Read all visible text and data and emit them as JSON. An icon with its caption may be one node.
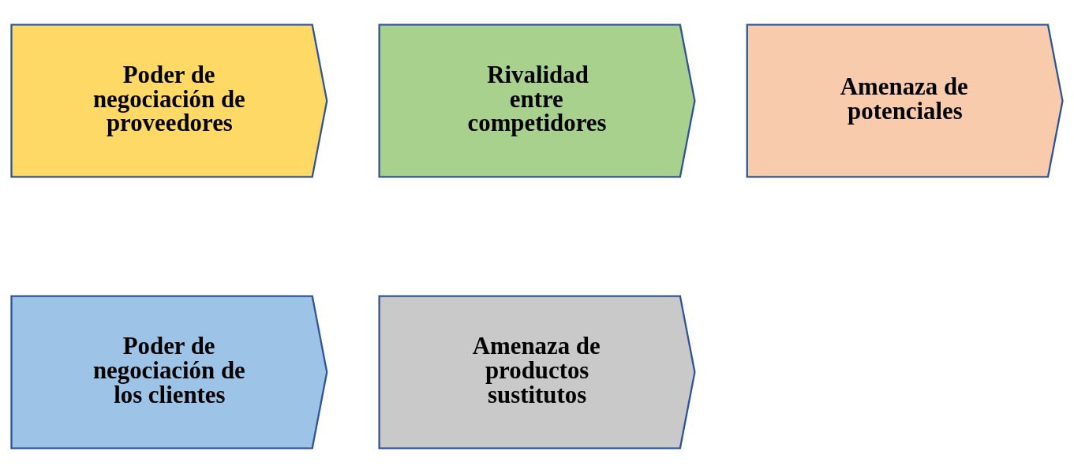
{
  "diagram": {
    "nodes": [
      {
        "text": [
          "Poder de negociación de proveedores"
        ]
      },
      {
        "text": [
          "Rivalidad entre competidores"
        ]
      },
      {
        "text": [
          "Amenaza de potenciales"
        ]
      },
      {
        "text": [
          "Poder de negociación de los clientes"
        ]
      },
      {
        "text": [
          "Amenaza de productos sustitutos"
        ]
      }
    ],
    "edges": []
  }
}
